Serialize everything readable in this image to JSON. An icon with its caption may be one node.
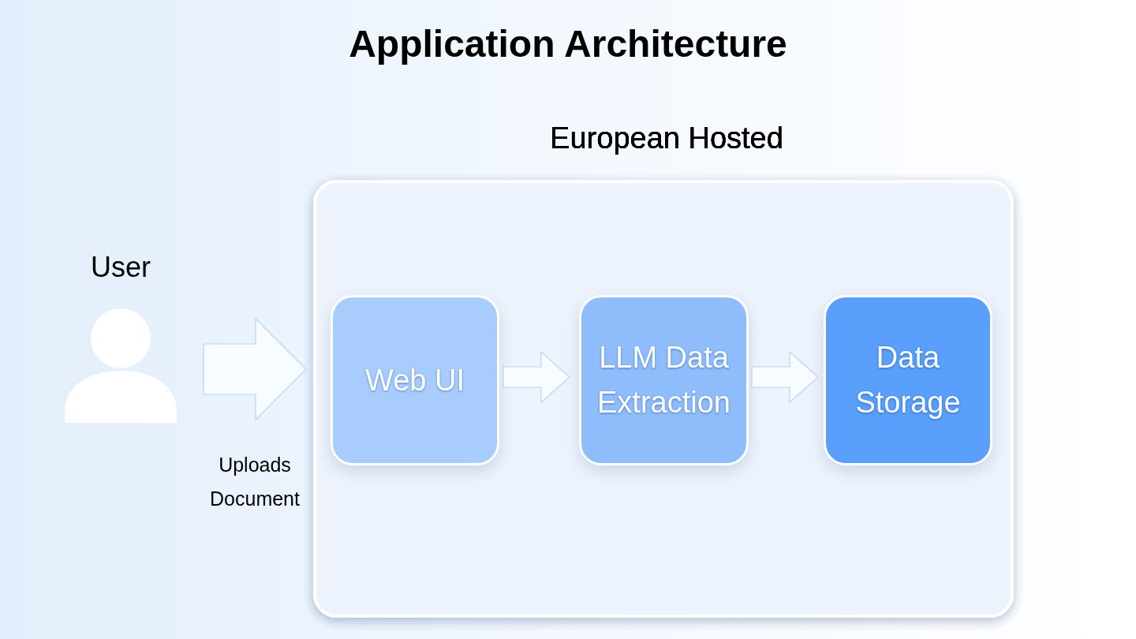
{
  "diagram": {
    "title": "Application Architecture",
    "nodes": [
      {
        "text": [
          "European Hosted"
        ]
      },
      {
        "text": [
          "User"
        ]
      },
      {
        "text": [
          "Web UI"
        ],
        "in": 0
      },
      {
        "text": [
          "LLM Data Extraction"
        ],
        "in": 0
      },
      {
        "text": [
          "Data Storage"
        ],
        "in": 0
      }
    ],
    "edges": [
      {
        "from": 1,
        "to": 2,
        "arrow": "to",
        "label": "Uploads Document"
      },
      {
        "from": 2,
        "to": 3,
        "arrow": "to"
      },
      {
        "from": 3,
        "to": 4,
        "arrow": "to"
      }
    ]
  }
}
